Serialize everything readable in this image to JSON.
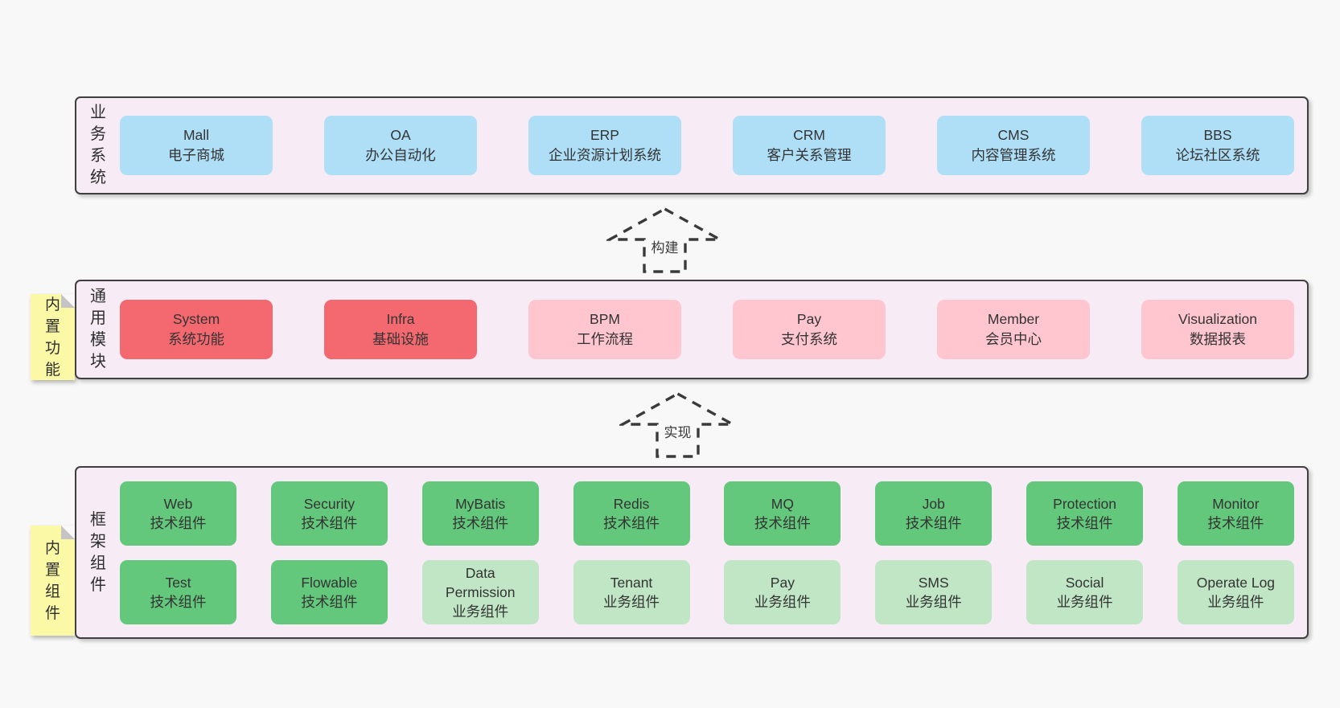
{
  "colors": {
    "page_bg": "#f8f8f8",
    "band_bg": "#f7ecf6",
    "band_border": "#3f3f3f",
    "blue_box": "#aedff7",
    "red_box": "#f4696f",
    "pink_box": "#ffc6d0",
    "green_dark_box": "#64c87c",
    "green_light_box": "#c0e6c6",
    "sticky_bg": "#fbf9a6",
    "text": "#333333"
  },
  "arrows": {
    "build": "构建",
    "implement": "实现"
  },
  "bands": {
    "business": {
      "label": "业务系统",
      "items": [
        {
          "title": "Mall",
          "subtitle": "电子商城"
        },
        {
          "title": "OA",
          "subtitle": "办公自动化"
        },
        {
          "title": "ERP",
          "subtitle": "企业资源计划系统"
        },
        {
          "title": "CRM",
          "subtitle": "客户关系管理"
        },
        {
          "title": "CMS",
          "subtitle": "内容管理系统"
        },
        {
          "title": "BBS",
          "subtitle": "论坛社区系统"
        }
      ]
    },
    "modules": {
      "label": "通用模块",
      "sticky": "内置功能",
      "items": [
        {
          "title": "System",
          "subtitle": "系统功能"
        },
        {
          "title": "Infra",
          "subtitle": "基础设施"
        },
        {
          "title": "BPM",
          "subtitle": "工作流程"
        },
        {
          "title": "Pay",
          "subtitle": "支付系统"
        },
        {
          "title": "Member",
          "subtitle": "会员中心"
        },
        {
          "title": "Visualization",
          "subtitle": "数据报表"
        }
      ]
    },
    "components": {
      "label": "框架组件",
      "sticky": "内置组件",
      "row1": [
        {
          "title": "Web",
          "subtitle": "技术组件"
        },
        {
          "title": "Security",
          "subtitle": "技术组件"
        },
        {
          "title": "MyBatis",
          "subtitle": "技术组件"
        },
        {
          "title": "Redis",
          "subtitle": "技术组件"
        },
        {
          "title": "MQ",
          "subtitle": "技术组件"
        },
        {
          "title": "Job",
          "subtitle": "技术组件"
        },
        {
          "title": "Protection",
          "subtitle": "技术组件"
        },
        {
          "title": "Monitor",
          "subtitle": "技术组件"
        }
      ],
      "row2": [
        {
          "title": "Test",
          "subtitle": "技术组件"
        },
        {
          "title": "Flowable",
          "subtitle": "技术组件"
        },
        {
          "title": "Data Permission",
          "subtitle": "业务组件"
        },
        {
          "title": "Tenant",
          "subtitle": "业务组件"
        },
        {
          "title": "Pay",
          "subtitle": "业务组件"
        },
        {
          "title": "SMS",
          "subtitle": "业务组件"
        },
        {
          "title": "Social",
          "subtitle": "业务组件"
        },
        {
          "title": "Operate Log",
          "subtitle": "业务组件"
        }
      ]
    }
  }
}
